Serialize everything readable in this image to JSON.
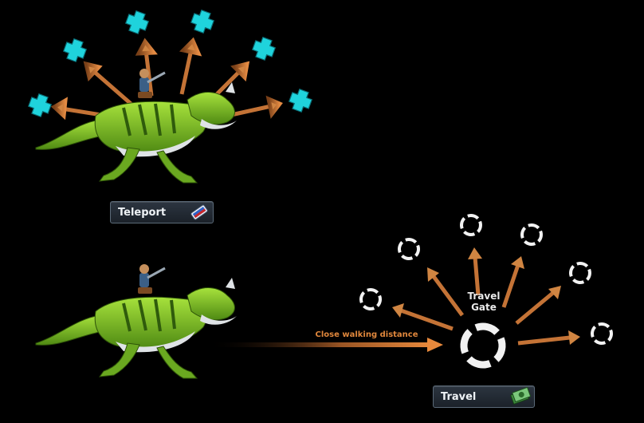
{
  "teleport_button": {
    "label": "Teleport",
    "icon": "ticket-icon"
  },
  "travel_button": {
    "label": "Travel",
    "icon": "cash-icon"
  },
  "travel_gate_label": {
    "line1": "Travel",
    "line2": "Gate"
  },
  "walk_label": "Close walking distance",
  "colors": {
    "background": "#000000",
    "arrow": "#c9783a",
    "teleport_marker": "#1fd3dc",
    "gate_marker": "#ffffff",
    "dino_green": "#7dc12a",
    "dino_white": "#dfe3e6"
  },
  "teleport_markers": 6,
  "gate_markers": 7
}
